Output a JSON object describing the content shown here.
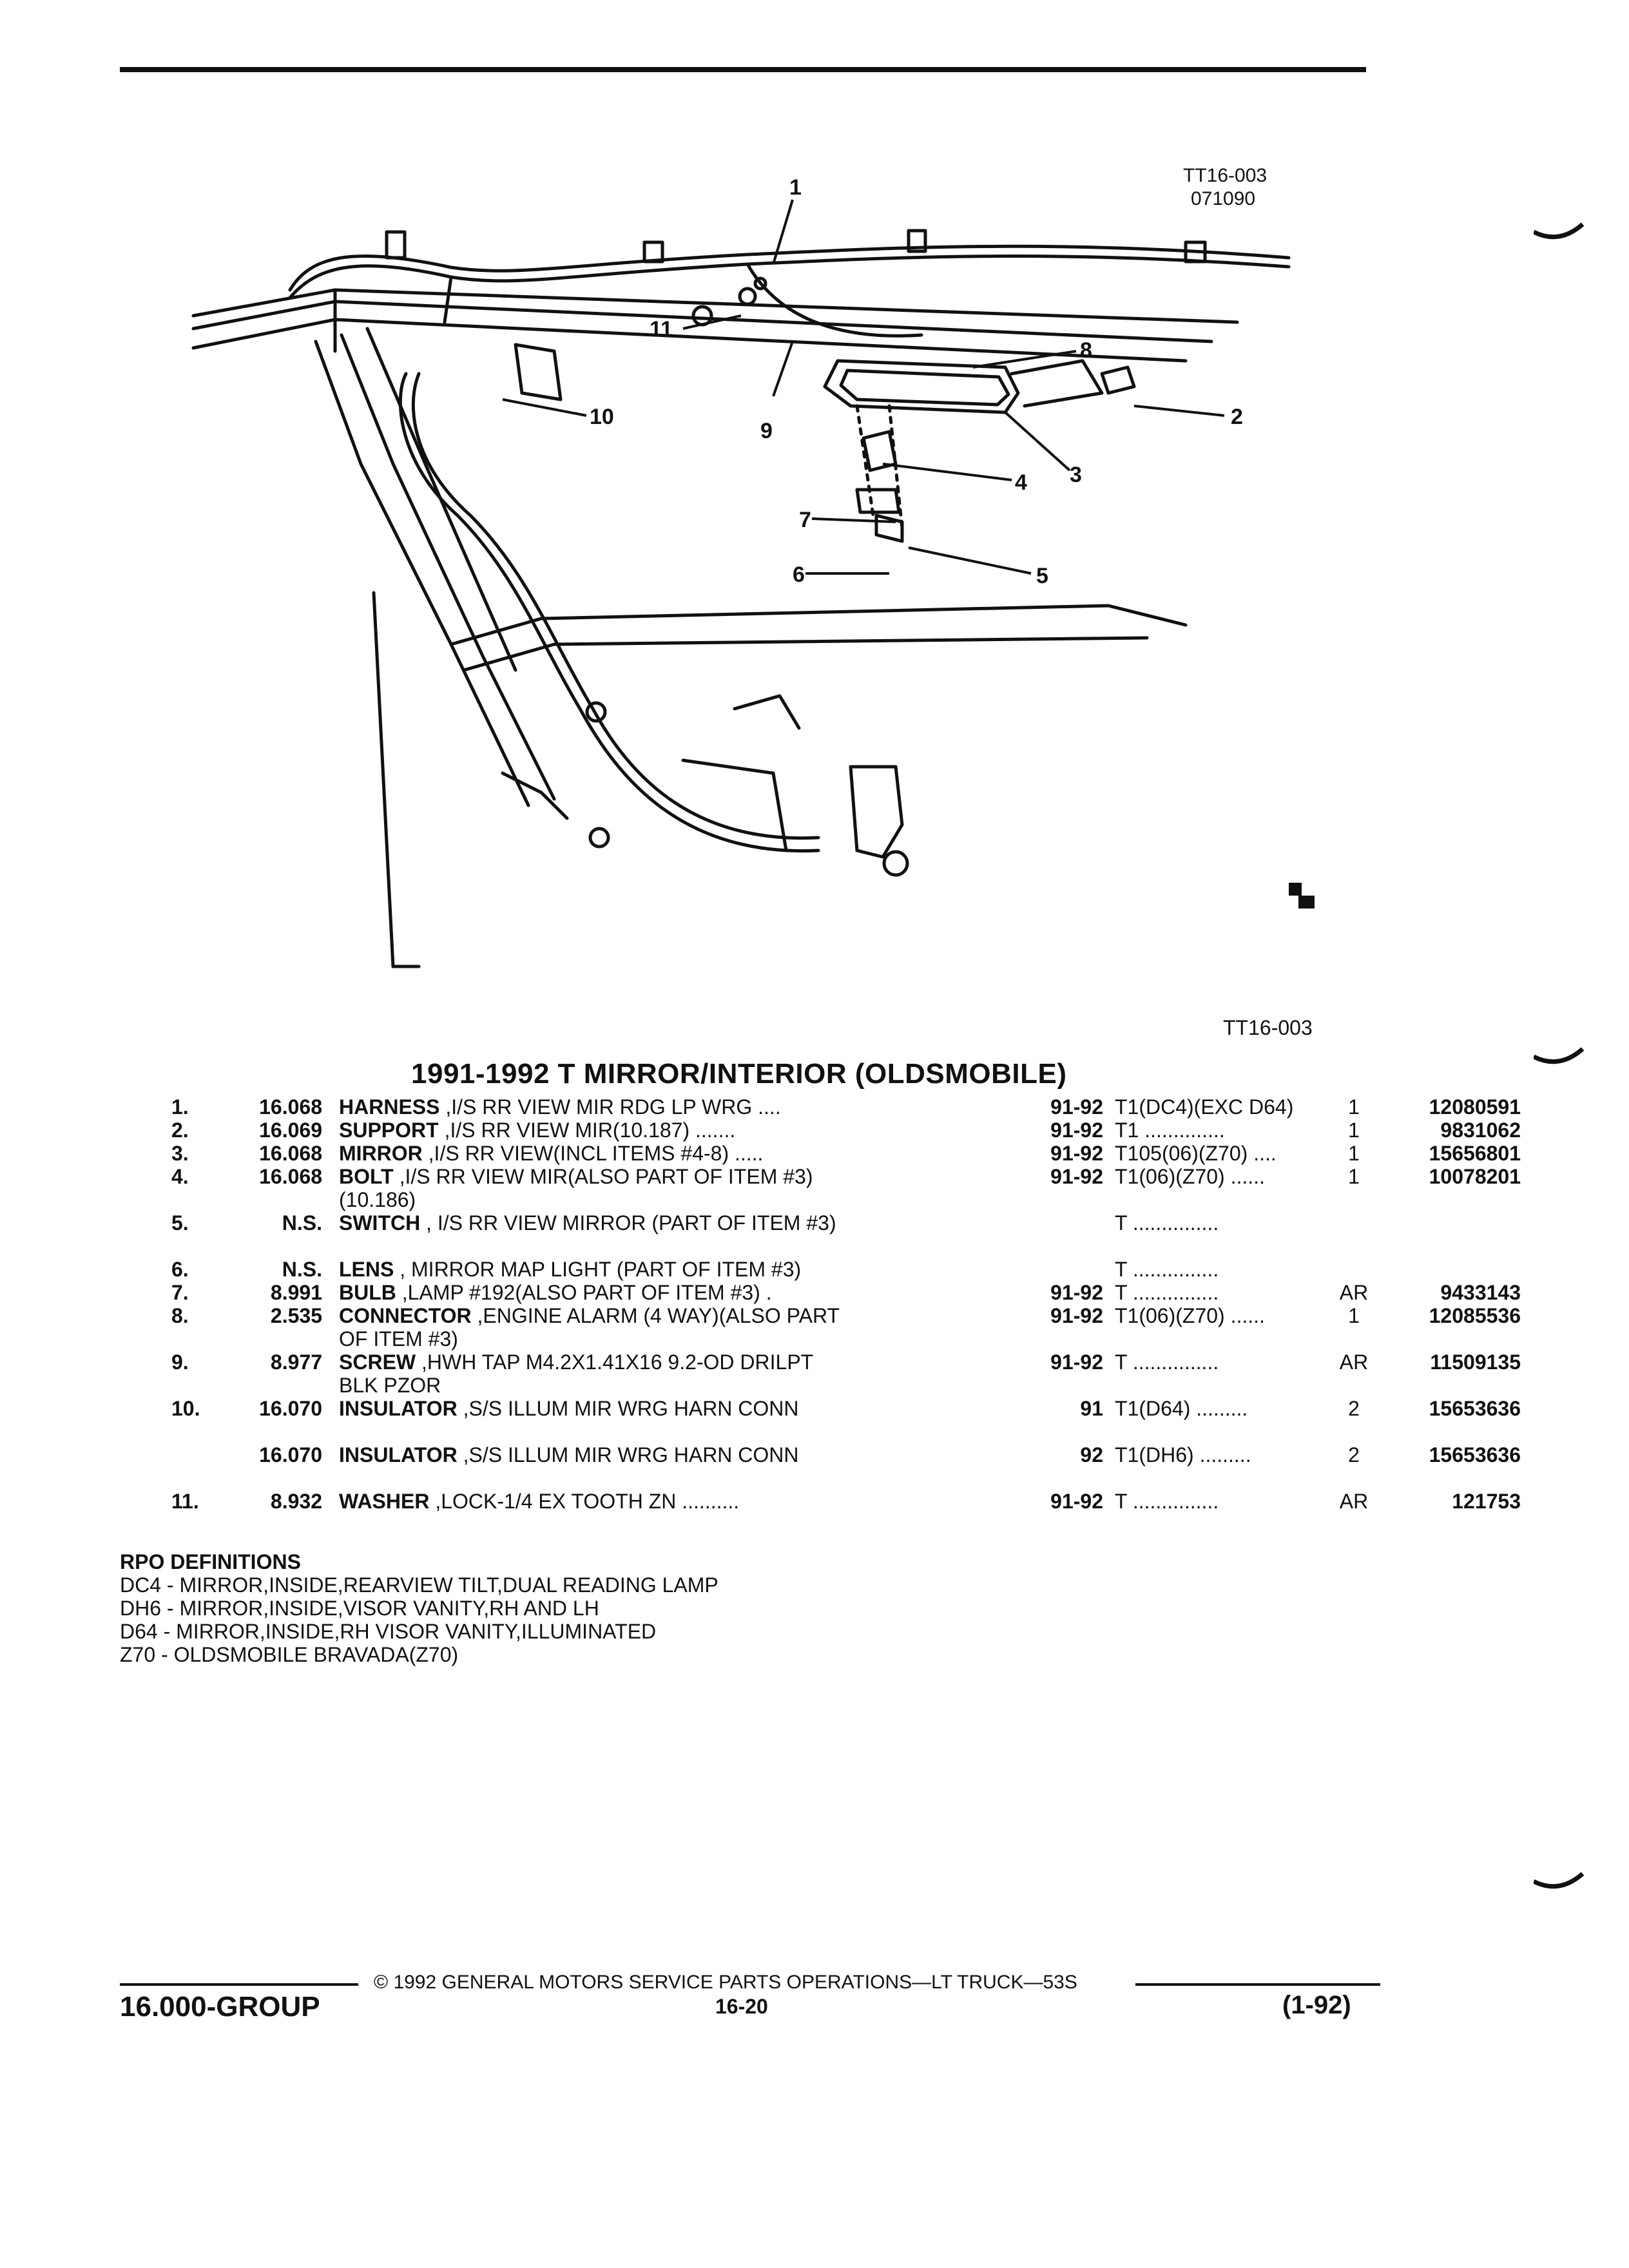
{
  "figure": {
    "code_top": "TT16-003",
    "date_code": "071090",
    "code_bottom": "TT16-003",
    "callouts": [
      "1",
      "2",
      "3",
      "4",
      "5",
      "6",
      "7",
      "8",
      "9",
      "10",
      "11"
    ]
  },
  "title": "1991-1992 T MIRROR/INTERIOR (OLDSMOBILE)",
  "parts": [
    {
      "num": "1.",
      "group": "16.068",
      "name": "HARNESS",
      "desc": " ,I/S RR VIEW MIR RDG LP WRG ....",
      "year": "91-92",
      "model": "T1(DC4)(EXC D64)",
      "qty": "1",
      "part_no": "12080591"
    },
    {
      "num": "2.",
      "group": "16.069",
      "name": "SUPPORT",
      "desc": " ,I/S RR VIEW MIR(10.187) .......",
      "year": "91-92",
      "model": "T1 ..............",
      "qty": "1",
      "part_no": "9831062"
    },
    {
      "num": "3.",
      "group": "16.068",
      "name": "MIRROR",
      "desc": " ,I/S RR VIEW(INCL ITEMS #4-8) .....",
      "year": "91-92",
      "model": "T105(06)(Z70) ....",
      "qty": "1",
      "part_no": "15656801"
    },
    {
      "num": "4.",
      "group": "16.068",
      "name": "BOLT",
      "desc": " ,I/S RR VIEW MIR(ALSO PART OF ITEM #3)(10.186)",
      "year": "91-92",
      "model": "T1(06)(Z70) ......",
      "qty": "1",
      "part_no": "10078201"
    },
    {
      "num": "5.",
      "group": "N.S.",
      "name": "SWITCH",
      "desc": " , I/S RR VIEW MIRROR (PART OF ITEM #3)",
      "year": "",
      "model": "T ...............",
      "qty": "",
      "part_no": ""
    },
    {
      "num": "6.",
      "group": "N.S.",
      "name": "LENS",
      "desc": " , MIRROR MAP LIGHT (PART OF ITEM #3)",
      "year": "",
      "model": "T ...............",
      "qty": "",
      "part_no": ""
    },
    {
      "num": "7.",
      "group": "8.991",
      "name": "BULB",
      "desc": " ,LAMP #192(ALSO PART OF ITEM #3) .",
      "year": "91-92",
      "model": "T ...............",
      "qty": "AR",
      "part_no": "9433143"
    },
    {
      "num": "8.",
      "group": "2.535",
      "name": "CONNECTOR",
      "desc": " ,ENGINE ALARM (4 WAY)(ALSO PART OF ITEM #3)",
      "year": "91-92",
      "model": "T1(06)(Z70) ......",
      "qty": "1",
      "part_no": "12085536"
    },
    {
      "num": "9.",
      "group": "8.977",
      "name": "SCREW",
      "desc": " ,HWH TAP M4.2X1.41X16 9.2-OD DRILPT BLK PZOR",
      "year": "91-92",
      "model": "T ...............",
      "qty": "AR",
      "part_no": "11509135"
    },
    {
      "num": "10.",
      "group": "16.070",
      "name": "INSULATOR",
      "desc": " ,S/S ILLUM MIR WRG HARN CONN",
      "year": "91",
      "model": "T1(D64) .........",
      "qty": "2",
      "part_no": "15653636"
    },
    {
      "num": "",
      "group": "16.070",
      "name": "INSULATOR",
      "desc": " ,S/S ILLUM MIR WRG HARN CONN",
      "year": "92",
      "model": "T1(DH6) .........",
      "qty": "2",
      "part_no": "15653636"
    },
    {
      "num": "11.",
      "group": "8.932",
      "name": "WASHER",
      "desc": " ,LOCK-1/4 EX TOOTH ZN ..........",
      "year": "91-92",
      "model": "T ...............",
      "qty": "AR",
      "part_no": "121753"
    }
  ],
  "rpo": {
    "title": "RPO DEFINITIONS",
    "lines": [
      "DC4 - MIRROR,INSIDE,REARVIEW TILT,DUAL READING LAMP",
      "DH6 - MIRROR,INSIDE,VISOR VANITY,RH AND LH",
      "D64 - MIRROR,INSIDE,RH VISOR VANITY,ILLUMINATED",
      "Z70 - OLDSMOBILE BRAVADA(Z70)"
    ]
  },
  "footer": {
    "copyright": "© 1992 GENERAL MOTORS SERVICE PARTS OPERATIONS—LT TRUCK—53S",
    "group": "16.000-GROUP",
    "page": "16-20",
    "date": "(1-92)"
  }
}
